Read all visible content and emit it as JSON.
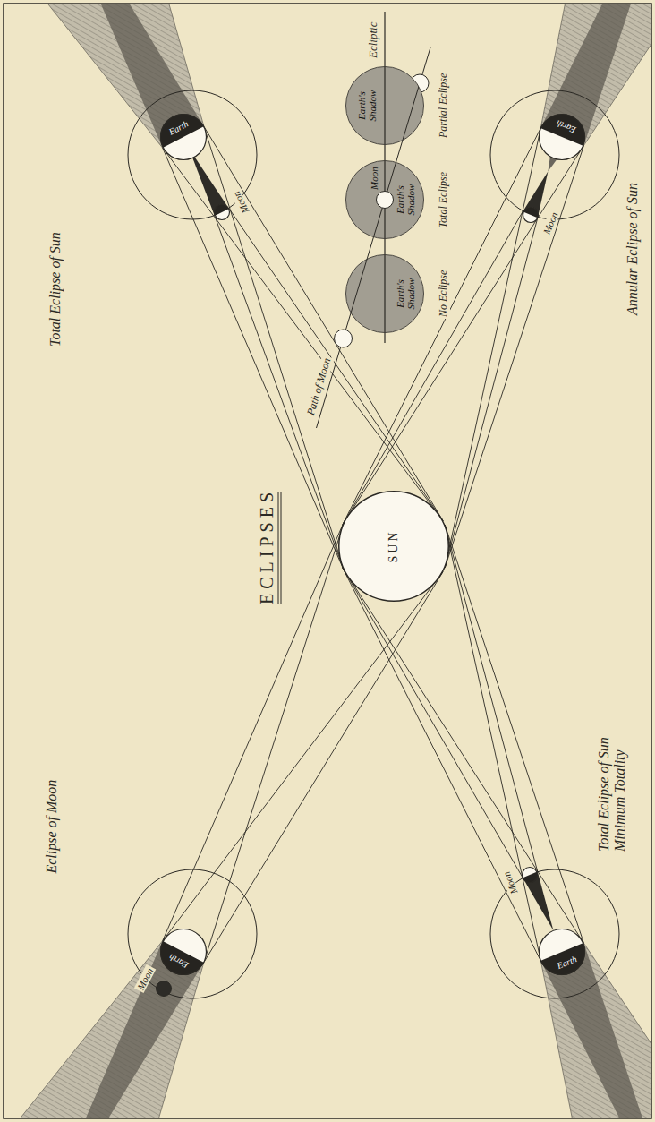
{
  "diagram": {
    "title": "ECLIPSES",
    "nodes": [
      {
        "text": [
          "SUN"
        ]
      },
      {
        "text": [
          "Earth's Shadow"
        ]
      },
      {
        "text": [
          "Earth's Shadow"
        ]
      },
      {
        "text": [
          "Moon"
        ],
        "in": 2
      },
      {
        "text": [
          "Earth's Shadow"
        ]
      },
      {
        "text": [
          "Earth"
        ]
      },
      {
        "text": [
          "Moon"
        ]
      },
      {
        "text": [
          "Earth"
        ]
      },
      {
        "text": [
          "Moon"
        ]
      },
      {
        "text": [
          "Earth"
        ]
      },
      {
        "text": [
          "Moon"
        ]
      },
      {
        "text": [
          "Earth"
        ]
      },
      {
        "text": [
          "Moon"
        ]
      }
    ],
    "labels": [
      "Ecliptic",
      "Path of Moon",
      "No Eclipse",
      "Total Eclipse",
      "Partial Eclipse",
      "Total Eclipse of Sun",
      "Annular Eclipse of Sun",
      "Total Eclipse of Sun Minimum Totality",
      "Eclipse of Moon"
    ]
  }
}
